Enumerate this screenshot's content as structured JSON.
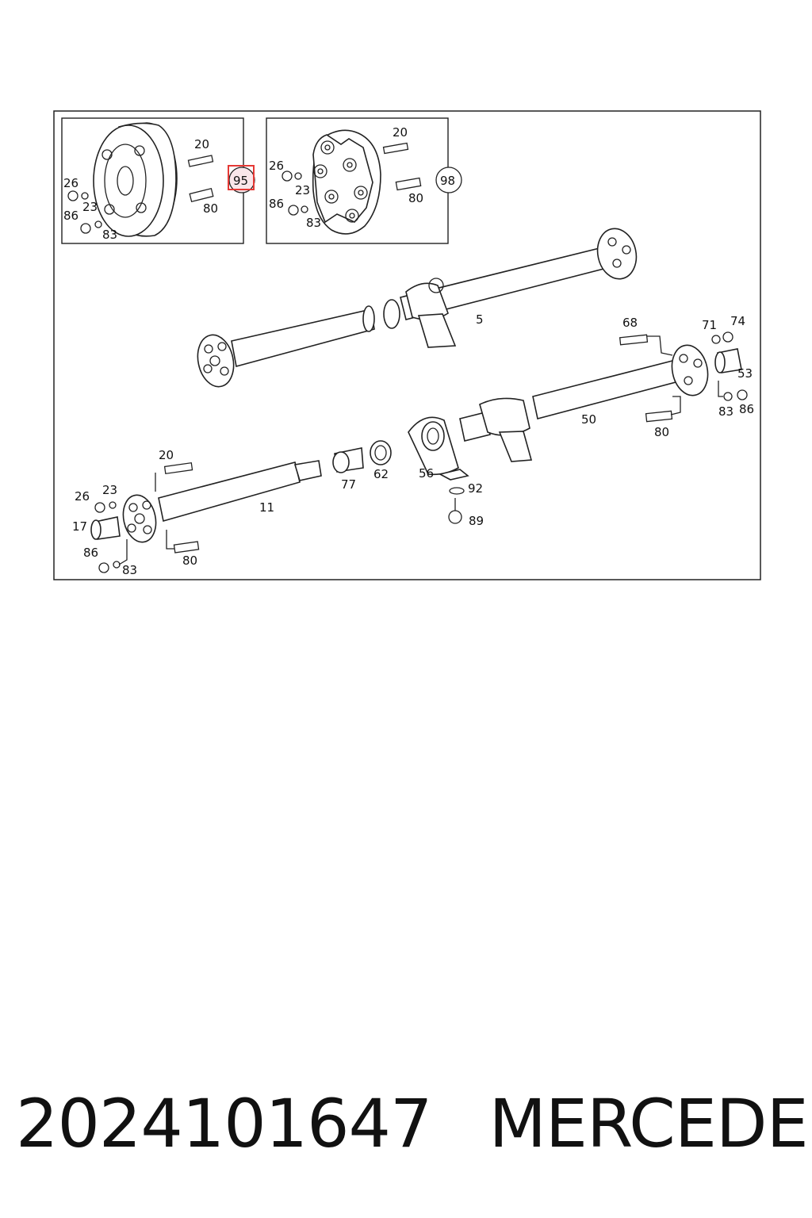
{
  "callouts": {
    "c95": "95",
    "c98": "98",
    "c95_highlight_color": "#e53935"
  },
  "inset1": {
    "l20": "20",
    "l26": "26",
    "l23": "23",
    "l86": "86",
    "l83": "83",
    "l80": "80"
  },
  "inset2": {
    "l20": "20",
    "l26": "26",
    "l23": "23",
    "l86": "86",
    "l83": "83",
    "l80": "80"
  },
  "upper_shaft": {
    "l5": "5"
  },
  "right_assembly": {
    "l68": "68",
    "l71": "71",
    "l74": "74",
    "l53": "53",
    "l83": "83",
    "l86": "86",
    "l50": "50",
    "l80": "80"
  },
  "center": {
    "l77": "77",
    "l62": "62",
    "l56": "56",
    "l92": "92",
    "l89": "89"
  },
  "front_shaft": {
    "l20": "20",
    "l26": "26",
    "l23": "23",
    "l17": "17",
    "l86": "86",
    "l83": "83",
    "l80": "80",
    "l11": "11"
  },
  "caption": {
    "part_number": "2024101647",
    "brand": "MERCEDES"
  }
}
